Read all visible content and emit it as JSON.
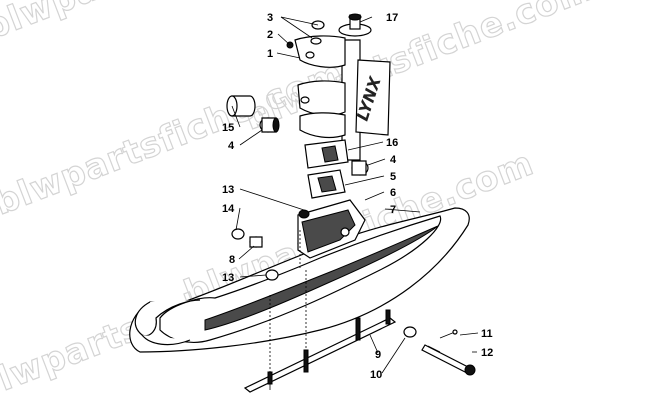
{
  "watermark": "blwpartsfiche.com",
  "logo_text": "LYNX",
  "callouts": [
    {
      "id": "c1",
      "text": "1"
    },
    {
      "id": "c2",
      "text": "2"
    },
    {
      "id": "c3",
      "text": "3"
    },
    {
      "id": "c4a",
      "text": "4"
    },
    {
      "id": "c4b",
      "text": "4"
    },
    {
      "id": "c5",
      "text": "5"
    },
    {
      "id": "c6",
      "text": "6"
    },
    {
      "id": "c7",
      "text": "7"
    },
    {
      "id": "c8",
      "text": "8"
    },
    {
      "id": "c9",
      "text": "9"
    },
    {
      "id": "c10",
      "text": "10"
    },
    {
      "id": "c11",
      "text": "11"
    },
    {
      "id": "c12",
      "text": "12"
    },
    {
      "id": "c13a",
      "text": "13"
    },
    {
      "id": "c13b",
      "text": "13"
    },
    {
      "id": "c14",
      "text": "14"
    },
    {
      "id": "c15",
      "text": "15"
    },
    {
      "id": "c16",
      "text": "16"
    },
    {
      "id": "c17",
      "text": "17"
    }
  ]
}
